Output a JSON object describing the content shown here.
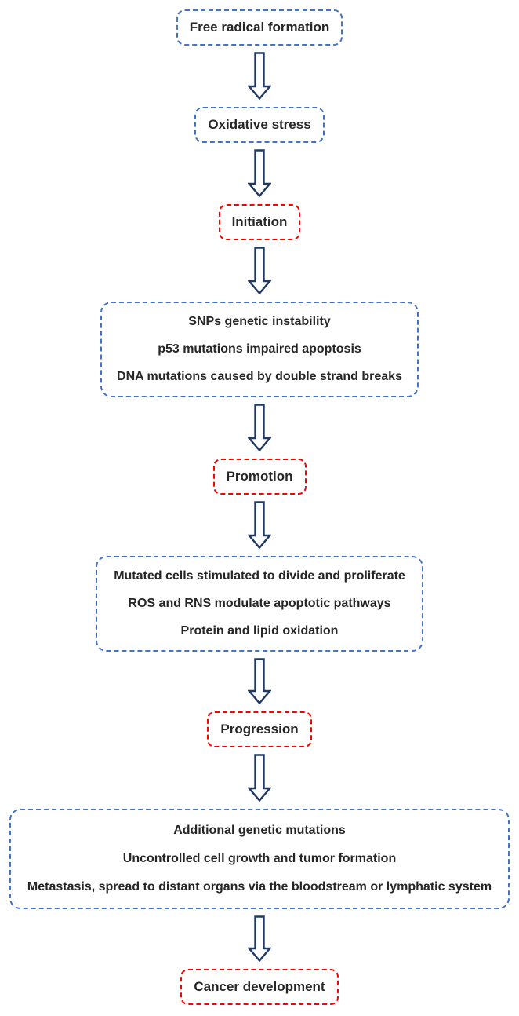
{
  "title": "Cancer development flowchart",
  "colors": {
    "blue_border": "#4472C4",
    "red_border": "#FF0000",
    "arrow_outline": "#1F3864",
    "text": "#262626"
  },
  "flowchart": {
    "boxes": [
      {
        "id": "free-radical-formation",
        "style": "blue-small",
        "lines": [
          "Free radical formation"
        ]
      },
      {
        "id": "oxidative-stress",
        "style": "blue-small",
        "lines": [
          "Oxidative stress"
        ]
      },
      {
        "id": "initiation",
        "style": "red-small",
        "lines": [
          "Initiation"
        ]
      },
      {
        "id": "initiation-details",
        "style": "blue-big",
        "lines": [
          "SNPs genetic instability",
          "p53 mutations impaired apoptosis",
          "DNA mutations caused by double strand breaks"
        ]
      },
      {
        "id": "promotion",
        "style": "red-small",
        "lines": [
          "Promotion"
        ]
      },
      {
        "id": "promotion-details",
        "style": "blue-big",
        "lines": [
          "Mutated cells stimulated to divide and proliferate",
          "ROS and RNS modulate apoptotic pathways",
          "Protein and lipid oxidation"
        ]
      },
      {
        "id": "progression",
        "style": "red-small",
        "lines": [
          "Progression"
        ]
      },
      {
        "id": "progression-details",
        "style": "blue-big",
        "lines": [
          "Additional genetic mutations",
          "Uncontrolled cell growth and tumor formation",
          "Metastasis, spread to distant organs via the bloodstream or lymphatic system"
        ]
      },
      {
        "id": "cancer-development",
        "style": "red-small",
        "lines": [
          "Cancer development"
        ]
      }
    ],
    "arrow_count": 8,
    "arrow_direction": "down"
  }
}
